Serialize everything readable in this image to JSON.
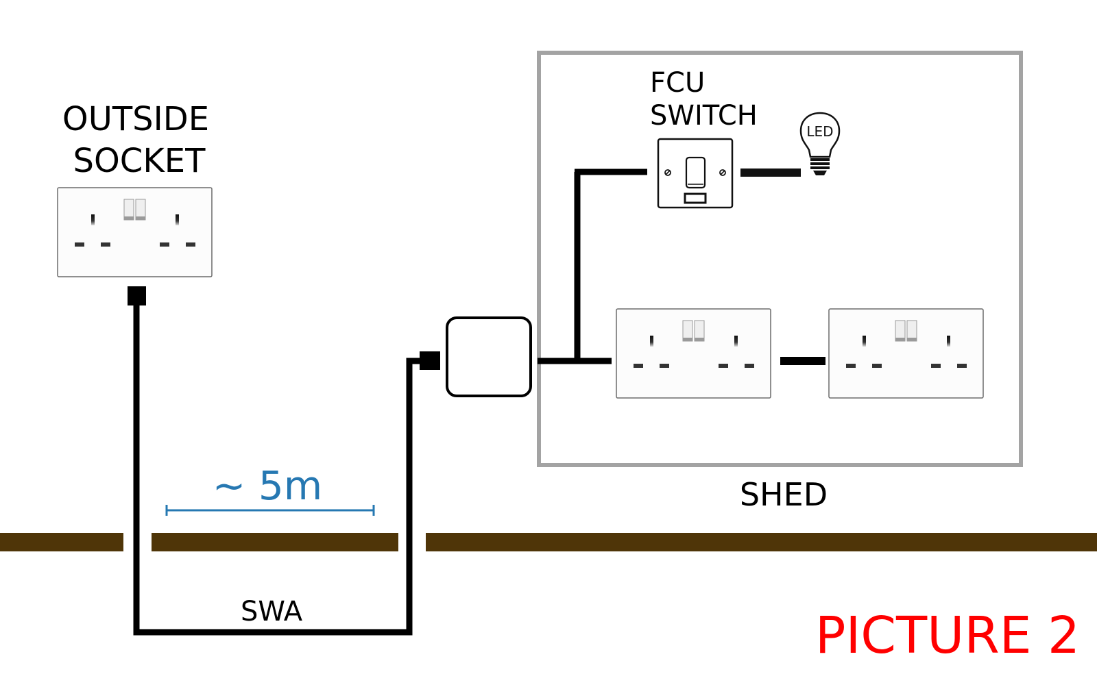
{
  "labels": {
    "outside_socket_line1": "OUTSIDE",
    "outside_socket_line2": "SOCKET",
    "fcu_line1": "FCU",
    "fcu_line2": "SWITCH",
    "led": "LED",
    "shed": "SHED",
    "distance": "~ 5m",
    "cable": "SWA",
    "picture": "PICTURE 2"
  },
  "components": {
    "outside_socket": {
      "type": "double-socket",
      "icon": "double-socket-icon"
    },
    "junction_box": {
      "type": "junction-box",
      "icon": "junction-box-icon"
    },
    "fcu_switch": {
      "type": "fused-connection-unit",
      "icon": "fcu-switch-icon"
    },
    "led_lamp": {
      "type": "light-bulb",
      "icon": "light-bulb-icon"
    },
    "shed_socket_1": {
      "type": "double-socket",
      "icon": "double-socket-icon"
    },
    "shed_socket_2": {
      "type": "double-socket",
      "icon": "double-socket-icon"
    }
  },
  "colors": {
    "wire": "#000000",
    "ground": "#4f3508",
    "shed_outline": "#a3a3a3",
    "measure": "#2678b2",
    "picture_label": "#ff0000",
    "text": "#000000"
  }
}
